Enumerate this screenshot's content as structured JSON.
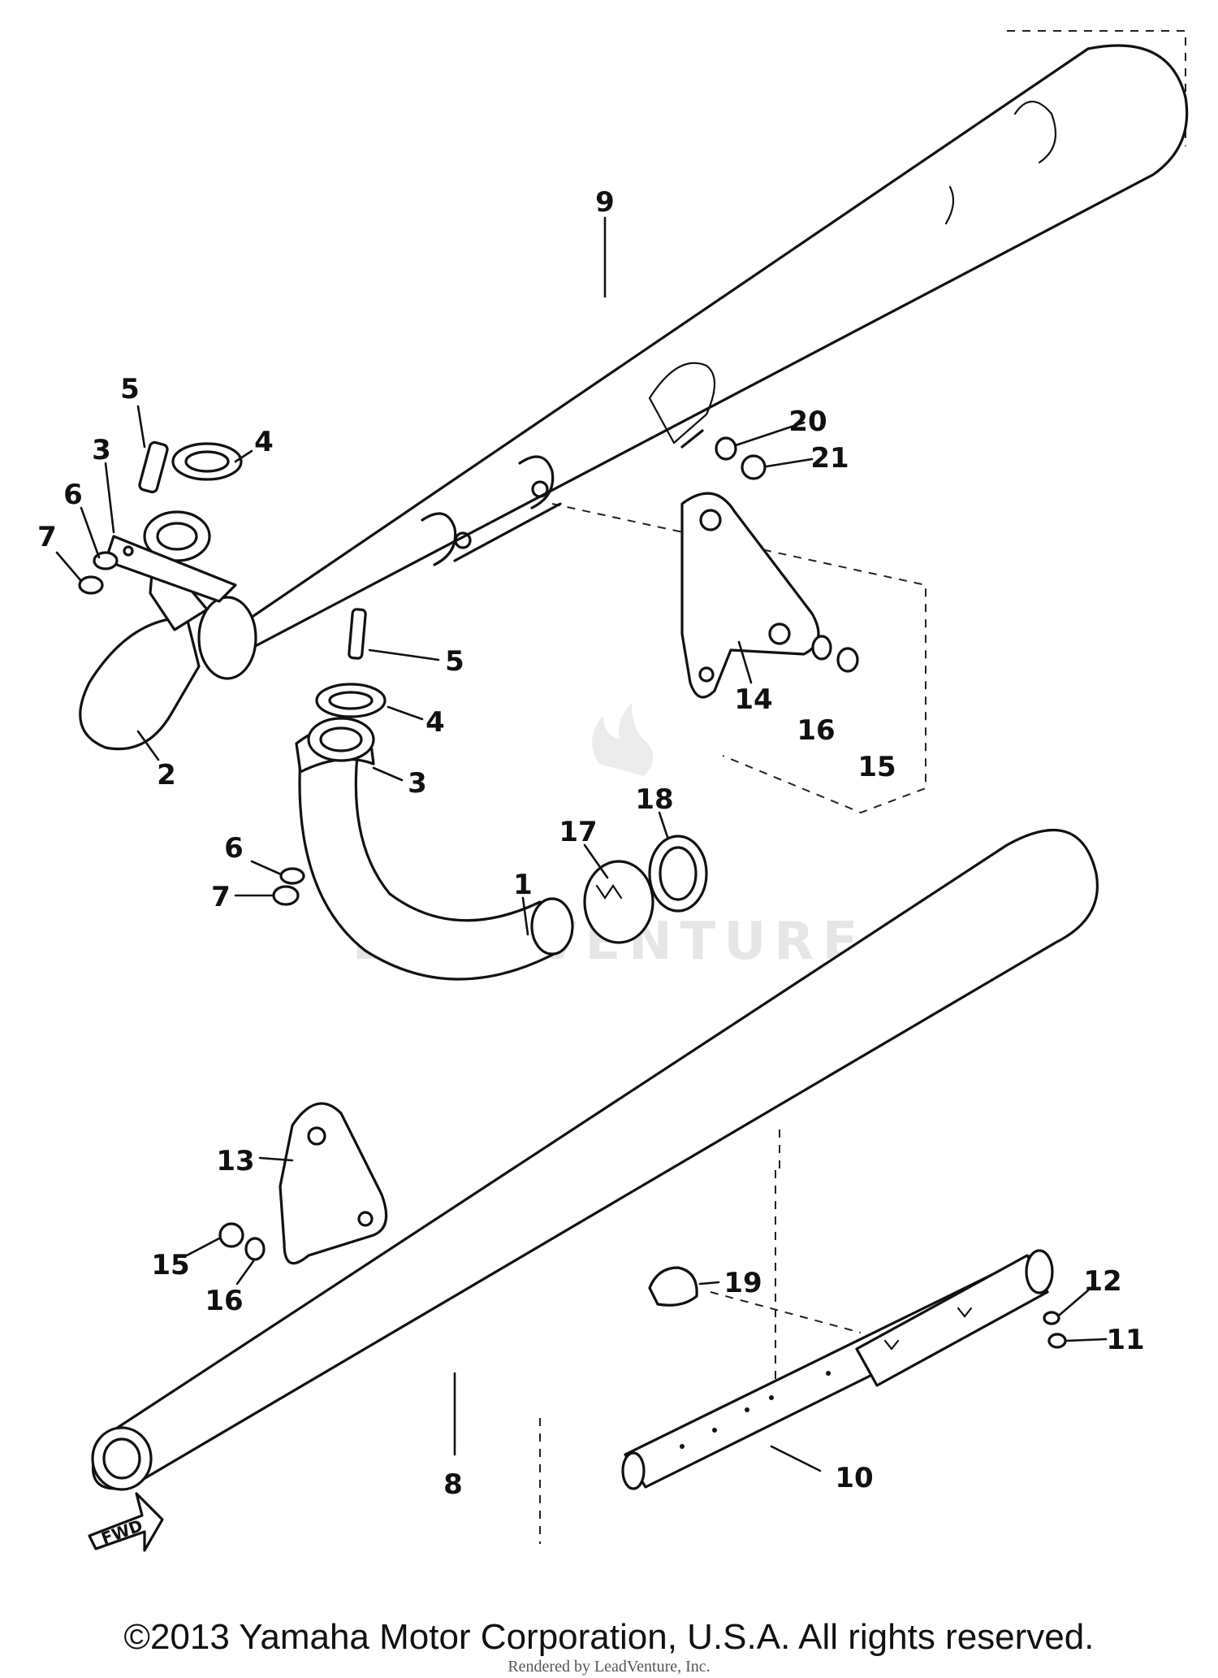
{
  "diagram": {
    "watermark": "LEADVENTURE",
    "direction_label": "FWD",
    "labels": {
      "p1": "1",
      "p2": "2",
      "p3a": "3",
      "p3b": "3",
      "p4a": "4",
      "p4b": "4",
      "p5a": "5",
      "p5b": "5",
      "p6a": "6",
      "p6b": "6",
      "p7a": "7",
      "p7b": "7",
      "p8": "8",
      "p9": "9",
      "p10": "10",
      "p11": "11",
      "p12": "12",
      "p13": "13",
      "p14": "14",
      "p15a": "15",
      "p15b": "15",
      "p16a": "16",
      "p16b": "16",
      "p17": "17",
      "p18": "18",
      "p19": "19",
      "p20": "20",
      "p21": "21"
    }
  },
  "footer": {
    "copyright": "©2013 Yamaha Motor Corporation, U.S.A. All rights reserved.",
    "rendered_by": "Rendered by LeadVenture, Inc."
  }
}
